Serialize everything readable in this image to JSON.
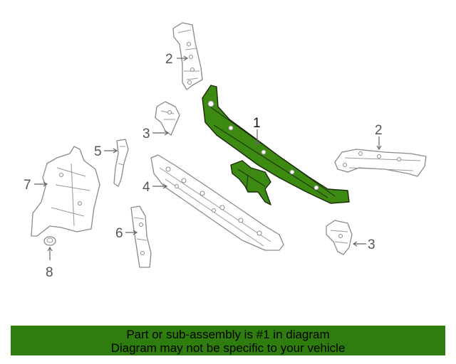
{
  "diagram": {
    "callouts": {
      "c1": "1",
      "c2a": "2",
      "c2b": "2",
      "c3a": "3",
      "c3b": "3",
      "c4": "4",
      "c5": "5",
      "c6": "6",
      "c7": "7",
      "c8": "8"
    },
    "highlight_color": "#3d8a12"
  },
  "banner": {
    "line1": "Part or sub-assembly is #1 in diagram",
    "line2": "Diagram may not be specific to your vehicle",
    "background": "#2e7d0e"
  }
}
